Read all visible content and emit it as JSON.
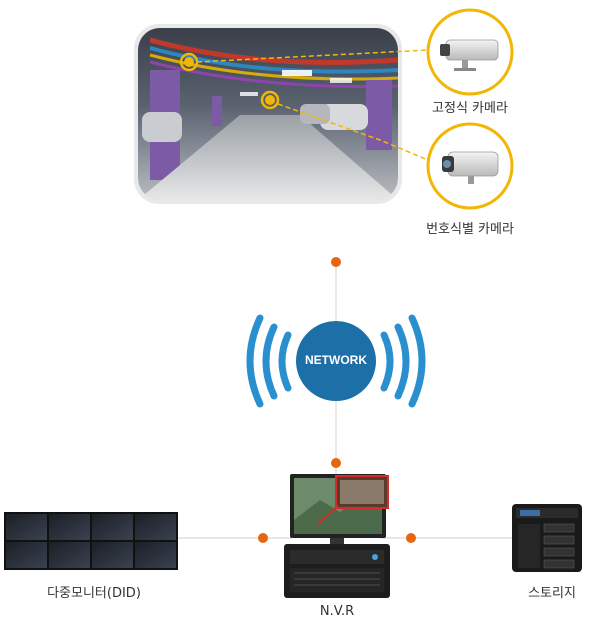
{
  "network": {
    "label": "NETWORK"
  },
  "cameras": [
    {
      "label": "고정식 카메라",
      "icon": "fixed-camera-icon"
    },
    {
      "label": "번호식별 카메라",
      "icon": "lpr-camera-icon"
    }
  ],
  "devices": {
    "monitor": {
      "label": "다중모니터(DID)",
      "icon": "video-wall-icon"
    },
    "nvr": {
      "label": "N.V.R",
      "icon": "nvr-workstation-icon"
    },
    "storage": {
      "label": "스토리지",
      "icon": "storage-nas-icon"
    }
  },
  "colors": {
    "network_blue": "#1d6fa8",
    "wave_blue": "#2a8fcf",
    "accent_yellow": "#f2b705",
    "node_orange": "#e8650f",
    "line_gray": "#d0d0d0"
  }
}
